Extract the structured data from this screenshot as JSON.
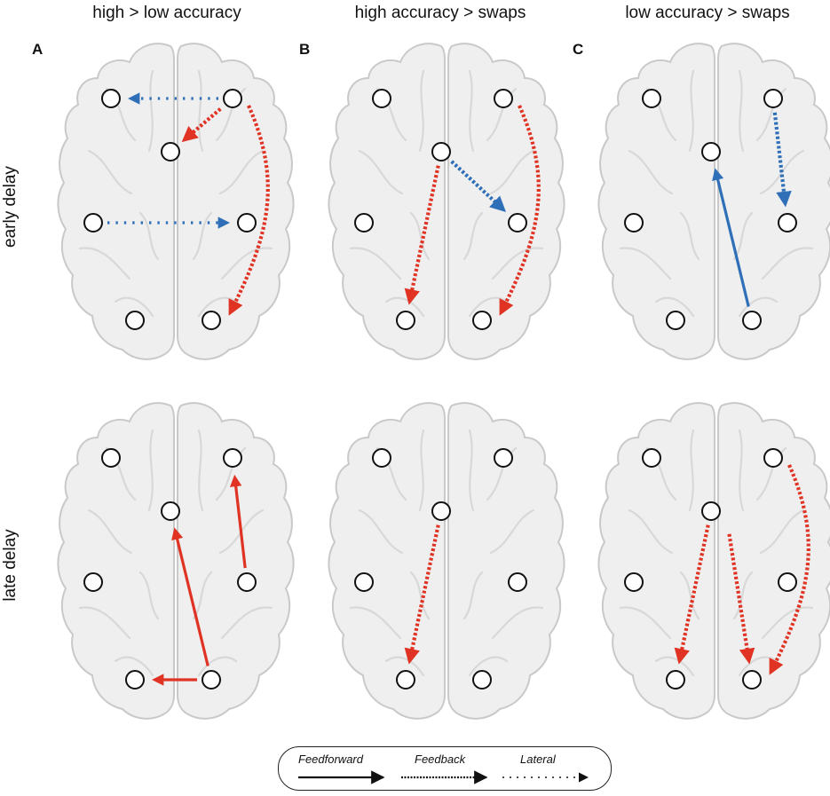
{
  "columns": [
    {
      "letter": "A",
      "title": "high > low accuracy"
    },
    {
      "letter": "B",
      "title": "high accuracy > swaps"
    },
    {
      "letter": "C",
      "title": "low accuracy > swaps"
    }
  ],
  "rows": [
    {
      "label": "early delay"
    },
    {
      "label": "late delay"
    }
  ],
  "legend": {
    "feedforward": "Feedforward",
    "feedback": "Feedback",
    "lateral": "Lateral"
  },
  "colors": {
    "red": "#e03323",
    "blue": "#2e6fb8",
    "brain_fill": "#efefef",
    "brain_stroke": "#c9c9c9"
  },
  "panels": [
    {
      "id": "A-early",
      "arrows": [
        {
          "from": "RF",
          "to": "LF",
          "color": "blue",
          "style": "lateral"
        },
        {
          "from": "RF",
          "to": "MF",
          "color": "red",
          "style": "feedback",
          "short": true
        },
        {
          "from": "LP",
          "to": "RP",
          "color": "blue",
          "style": "lateral"
        },
        {
          "from": "RF",
          "to": "RO",
          "color": "red",
          "style": "feedback",
          "curve": "right"
        }
      ]
    },
    {
      "id": "B-early",
      "arrows": [
        {
          "from": "MF",
          "to": "RP",
          "color": "blue",
          "style": "feedback"
        },
        {
          "from": "MF",
          "to": "LO",
          "color": "red",
          "style": "feedback"
        },
        {
          "from": "RF",
          "to": "RO",
          "color": "red",
          "style": "feedback",
          "curve": "right"
        }
      ]
    },
    {
      "id": "C-early",
      "arrows": [
        {
          "from": "RO",
          "to": "MF",
          "color": "blue",
          "style": "feedforward"
        },
        {
          "from": "RF",
          "to": "RP",
          "color": "blue",
          "style": "feedback"
        }
      ]
    },
    {
      "id": "A-late",
      "arrows": [
        {
          "from": "RO",
          "to": "MF",
          "color": "red",
          "style": "feedforward"
        },
        {
          "from": "RP",
          "to": "RF",
          "color": "red",
          "style": "feedforward"
        },
        {
          "from": "RO",
          "to": "LO",
          "color": "red",
          "style": "feedforward"
        }
      ]
    },
    {
      "id": "B-late",
      "arrows": [
        {
          "from": "MF",
          "to": "LO",
          "color": "red",
          "style": "feedback"
        }
      ]
    },
    {
      "id": "C-late",
      "arrows": [
        {
          "from": "MF",
          "to": "LO",
          "color": "red",
          "style": "feedback"
        },
        {
          "from": "MF",
          "to": "RO",
          "color": "red",
          "style": "feedback",
          "offset": true
        },
        {
          "from": "RF",
          "to": "RO",
          "color": "red",
          "style": "feedback",
          "curve": "right"
        }
      ]
    }
  ]
}
